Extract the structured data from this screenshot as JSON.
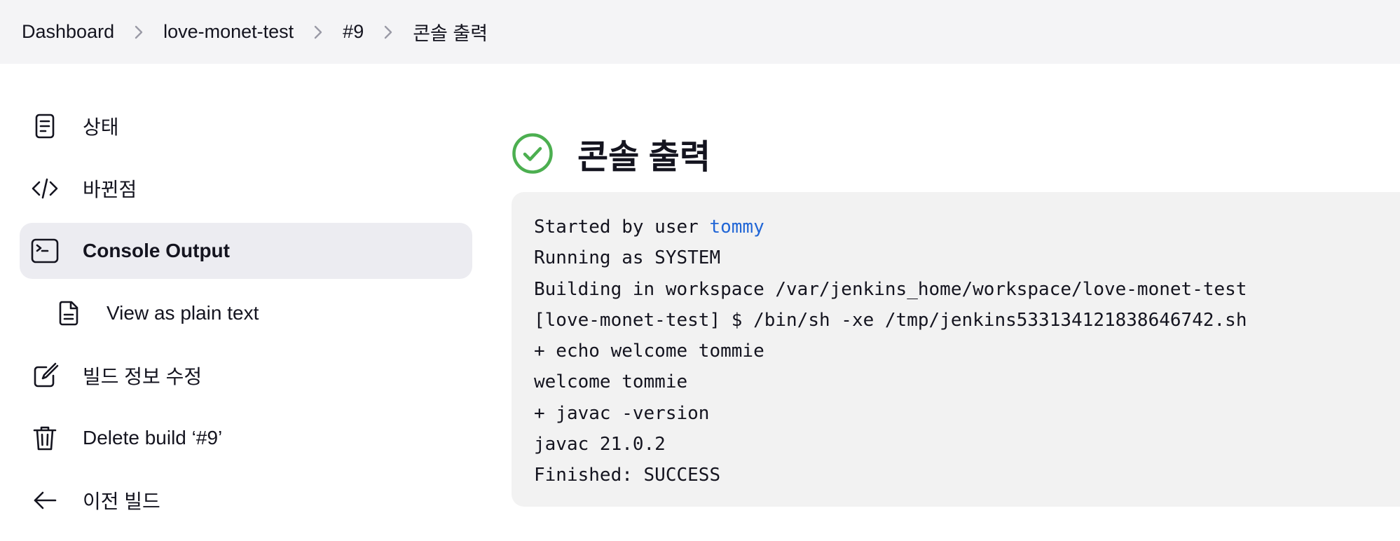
{
  "breadcrumb": {
    "items": [
      "Dashboard",
      "love-monet-test",
      "#9",
      "콘솔 출력"
    ]
  },
  "sidebar": {
    "items": [
      {
        "label": "상태",
        "icon": "document-icon"
      },
      {
        "label": "바뀐점",
        "icon": "code-icon"
      },
      {
        "label": "Console Output",
        "icon": "terminal-icon",
        "active": true
      },
      {
        "label": "View as plain text",
        "icon": "file-text-icon",
        "sub": true
      },
      {
        "label": "빌드 정보 수정",
        "icon": "edit-icon"
      },
      {
        "label": "Delete build ‘#9’",
        "icon": "trash-icon"
      },
      {
        "label": "이전 빌드",
        "icon": "arrow-left-icon"
      }
    ]
  },
  "main": {
    "title": "콘솔 출력",
    "status_icon": "success-check-icon",
    "status_color": "#4caf50",
    "console": {
      "started_prefix": "Started by user ",
      "user": "tommy",
      "lines": [
        "Running as SYSTEM",
        "Building in workspace /var/jenkins_home/workspace/love-monet-test",
        "[love-monet-test] $ /bin/sh -xe /tmp/jenkins5331341218386467 42.sh",
        "+ echo welcome tommie",
        "welcome tommie",
        "+ javac -version",
        "javac 21.0.2",
        "Finished: SUCCESS"
      ]
    }
  },
  "colors": {
    "link": "#2166d6",
    "breadcrumb_bg": "#f4f4f6",
    "active_bg": "#ececf1",
    "console_bg": "#f2f2f2"
  }
}
